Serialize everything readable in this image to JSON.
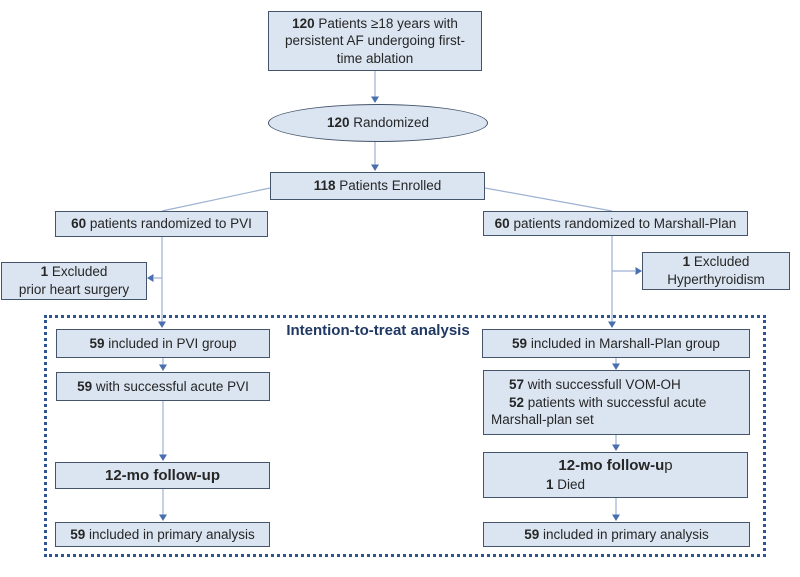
{
  "diagram": {
    "section_title": "Intention-to-treat analysis",
    "colors": {
      "box_fill": "#dbe5f1",
      "box_border": "#44546a",
      "itt_dotted_border": "#2f5496",
      "section_title_text": "#1f3864",
      "connector_line": "#9db1d3",
      "arrowhead": "#4a6fae"
    },
    "nodes": {
      "screening": {
        "num": "120",
        "text": " Patients ≥18 years with persistent AF undergoing first-time ablation"
      },
      "randomized": {
        "num": "120",
        "text": " Randomized"
      },
      "enrolled": {
        "num": "118",
        "text": " Patients Enrolled"
      },
      "pvi_arm": {
        "num": "60",
        "text": " patients randomized to PVI"
      },
      "marshall_arm": {
        "num": "60",
        "text": " patients randomized to Marshall-Plan"
      },
      "pvi_excluded": {
        "num": "1",
        "text": " Excluded",
        "reason": "prior heart surgery"
      },
      "marshall_excluded": {
        "num": "1",
        "text": " Excluded",
        "reason": "Hyperthyroidism"
      },
      "pvi_itt": {
        "num": "59",
        "text": " included in PVI group"
      },
      "pvi_acute": {
        "num": "59",
        "text": " with successful acute PVI"
      },
      "marshall_itt": {
        "num": "59",
        "text": " included in Marshall-Plan group"
      },
      "marshall_acute": {
        "line1_num": "57",
        "line1_text": " with successfull VOM-OH",
        "line2_num": "52",
        "line2_text": " patients with successful acute Marshall-plan set"
      },
      "pvi_followup": {
        "label": "12-mo follow-up"
      },
      "marshall_followup": {
        "label_bold": "12-mo follow-u",
        "label_tail": "p",
        "died_num": "1",
        "died_text": " Died"
      },
      "pvi_primary": {
        "num": "59",
        "text": " included in primary analysis"
      },
      "marshall_primary": {
        "num": "59",
        "text": " included in primary analysis"
      }
    }
  }
}
